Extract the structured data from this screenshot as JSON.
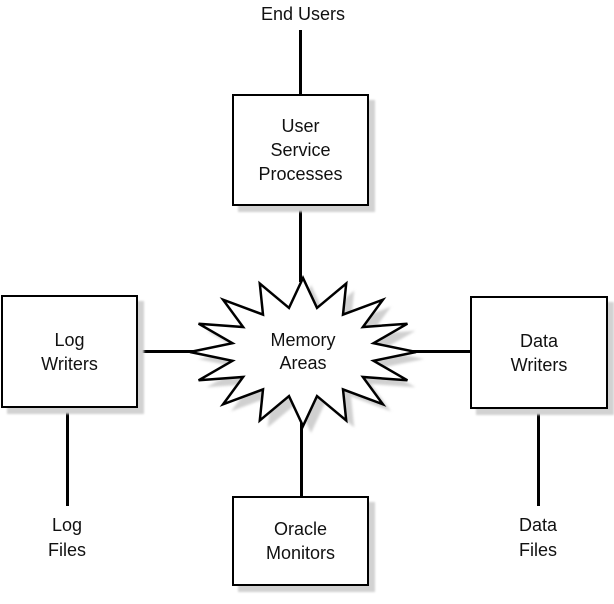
{
  "diagram": {
    "title_label": "End Users",
    "nodes": {
      "user_service_processes": {
        "lines": [
          "User",
          "Service",
          "Processes"
        ]
      },
      "log_writers": {
        "lines": [
          "Log",
          "Writers"
        ]
      },
      "data_writers": {
        "lines": [
          "Data",
          "Writers"
        ]
      },
      "oracle_monitors": {
        "lines": [
          "Oracle",
          "Monitors"
        ]
      },
      "memory_areas": {
        "lines": [
          "Memory",
          "Areas"
        ]
      }
    },
    "file_labels": {
      "log_files": {
        "lines": [
          "Log",
          "Files"
        ]
      },
      "data_files": {
        "lines": [
          "Data",
          "Files"
        ]
      }
    },
    "colors": {
      "line": "#000000",
      "text": "#111111",
      "node_fill": "#ffffff",
      "shadow": "#d0d0d0",
      "background": "#ffffff"
    }
  }
}
